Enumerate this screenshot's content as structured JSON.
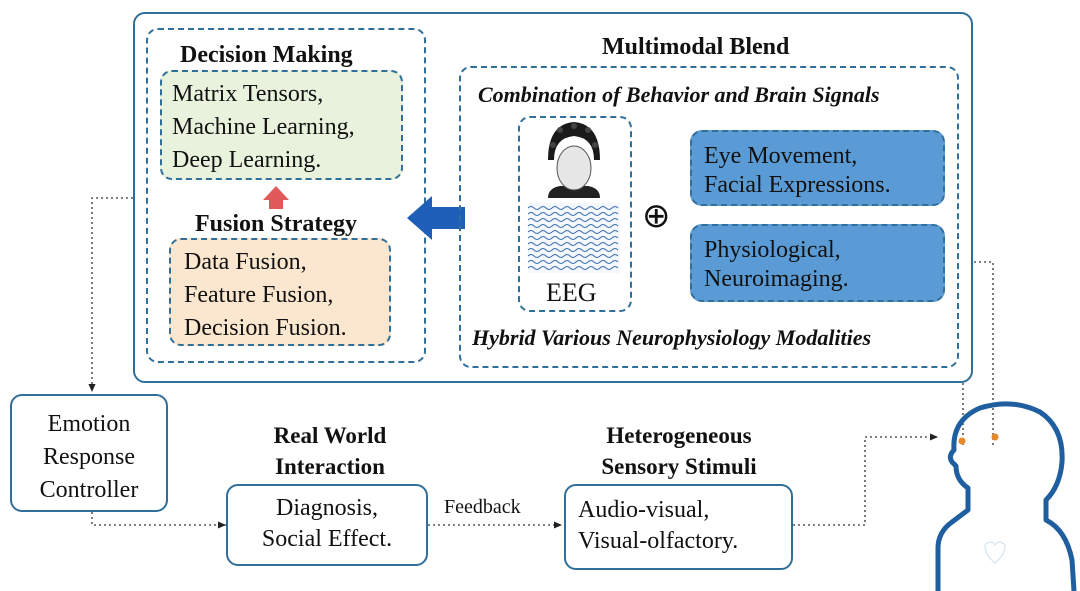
{
  "decision": {
    "title": "Decision Making",
    "lines": [
      "Matrix Tensors,",
      "Machine Learning,",
      "Deep Learning."
    ]
  },
  "fusion": {
    "title": "Fusion Strategy",
    "lines": [
      "Data Fusion,",
      "Feature Fusion,",
      "Decision Fusion."
    ]
  },
  "multimodal": {
    "title": "Multimodal Blend",
    "top_caption": "Combination of Behavior and Brain Signals",
    "bottom_caption": "Hybrid Various Neurophysiology Modalities",
    "eeg_label": "EEG",
    "plus_symbol": "⊕",
    "behavior_lines": [
      "Eye Movement,",
      "Facial Expressions."
    ],
    "physio_lines": [
      "Physiological,",
      "Neuroimaging."
    ]
  },
  "controller": {
    "lines": [
      "Emotion",
      "Response",
      "Controller"
    ]
  },
  "real_world": {
    "title_lines": [
      "Real World",
      "Interaction"
    ],
    "lines": [
      "Diagnosis,",
      "Social Effect."
    ]
  },
  "feedback_label": "Feedback",
  "stimuli": {
    "title_lines": [
      "Heterogeneous",
      "Sensory Stimuli"
    ],
    "lines": [
      "Audio-visual,",
      "Visual-olfactory."
    ]
  },
  "colors": {
    "border": "#2f6f9a",
    "green_fill": "#e8f2dc",
    "orange_fill": "#fbe6cf",
    "blue_fill": "#5b9bd5",
    "arrow_blue": "#1f5fb8",
    "arrow_red": "#e05a5a"
  },
  "icons": [
    "eeg-headset-icon",
    "eeg-waveform-icon",
    "human-head-icon"
  ]
}
